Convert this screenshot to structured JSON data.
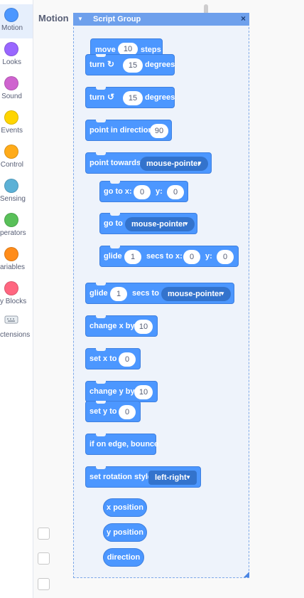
{
  "categories": [
    {
      "name": "Motion",
      "color": "#4c97ff",
      "label": "Motion"
    },
    {
      "name": "Looks",
      "color": "#9966ff",
      "label": "Looks"
    },
    {
      "name": "Sound",
      "color": "#cf63cf",
      "label": "Sound"
    },
    {
      "name": "Events",
      "color": "#ffd500",
      "label": "Events"
    },
    {
      "name": "Control",
      "color": "#ffab19",
      "label": "Control"
    },
    {
      "name": "Sensing",
      "color": "#5cb1d6",
      "label": "Sensing"
    },
    {
      "name": "Operators",
      "color": "#59c059",
      "label": "perators"
    },
    {
      "name": "Variables",
      "color": "#ff8c1a",
      "label": "ariables"
    },
    {
      "name": "My Blocks",
      "color": "#ff6680",
      "label": "y Blocks"
    },
    {
      "name": "Extensions",
      "color": "",
      "label": "ctensions"
    }
  ],
  "section_title": "Motion",
  "group": {
    "title": "Script Group",
    "close": "×",
    "caret": "▼"
  },
  "blocks": {
    "move": {
      "a": "move",
      "v": "10",
      "b": "steps"
    },
    "turn_right": {
      "a": "turn",
      "arrow": "↻",
      "v": "15",
      "b": "degrees"
    },
    "turn_left": {
      "a": "turn",
      "arrow": "↺",
      "v": "15",
      "b": "degrees"
    },
    "point_dir": {
      "a": "point in direction",
      "v": "90"
    },
    "point_towards": {
      "a": "point towards",
      "d": "mouse-pointer"
    },
    "goto_xy": {
      "a": "go to x:",
      "x": "0",
      "b": "y:",
      "y": "0"
    },
    "goto": {
      "a": "go to",
      "d": "mouse-pointer"
    },
    "glide_xy": {
      "a": "glide",
      "v": "1",
      "b": "secs to x:",
      "x": "0",
      "c": "y:",
      "y": "0"
    },
    "glide_to": {
      "a": "glide",
      "v": "1",
      "b": "secs to",
      "d": "mouse-pointer"
    },
    "change_x": {
      "a": "change x by",
      "v": "10"
    },
    "set_x": {
      "a": "set x to",
      "v": "0"
    },
    "change_y": {
      "a": "change y by",
      "v": "10"
    },
    "set_y": {
      "a": "set y to",
      "v": "0"
    },
    "bounce": {
      "a": "if on edge, bounce"
    },
    "rotation": {
      "a": "set rotation style",
      "d": "left-right"
    }
  },
  "reporters": {
    "x": "x position",
    "y": "y position",
    "dir": "direction"
  },
  "dropdown_caret": "▼"
}
